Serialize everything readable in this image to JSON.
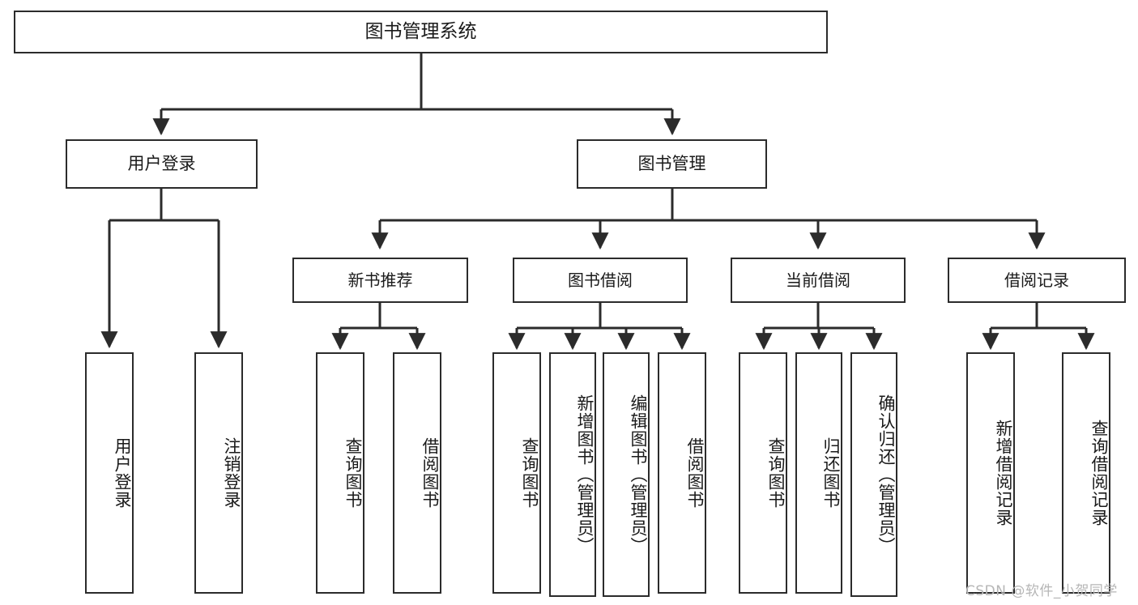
{
  "diagram": {
    "type": "tree",
    "title": "图书管理系统",
    "root": {
      "label": "图书管理系统"
    },
    "level1": [
      {
        "label": "用户登录"
      },
      {
        "label": "图书管理"
      }
    ],
    "level2": [
      {
        "label": "新书推荐",
        "parent": "图书管理"
      },
      {
        "label": "图书借阅",
        "parent": "图书管理"
      },
      {
        "label": "当前借阅",
        "parent": "图书管理"
      },
      {
        "label": "借阅记录",
        "parent": "图书管理"
      }
    ],
    "leaves": {
      "user_login": [
        {
          "label": "用户登录"
        },
        {
          "label": "注销登录"
        }
      ],
      "new_book_recommend": [
        {
          "label": "查询图书"
        },
        {
          "label": "借阅图书"
        }
      ],
      "book_borrow": [
        {
          "label": "查询图书"
        },
        {
          "label": "新增图书（管理员）"
        },
        {
          "label": "编辑图书（管理员）"
        },
        {
          "label": "借阅图书"
        }
      ],
      "current_borrow": [
        {
          "label": "查询图书"
        },
        {
          "label": "归还图书"
        },
        {
          "label": "确认归还（管理员）"
        }
      ],
      "borrow_record": [
        {
          "label": "新增借阅记录"
        },
        {
          "label": "查询借阅记录"
        }
      ]
    }
  },
  "watermark": {
    "text": "CSDN @软件_小贺同学"
  },
  "colors": {
    "stroke": "#2b2b2b",
    "background": "#ffffff",
    "text": "#1a1a1a",
    "watermark": "#b6b6b6"
  }
}
